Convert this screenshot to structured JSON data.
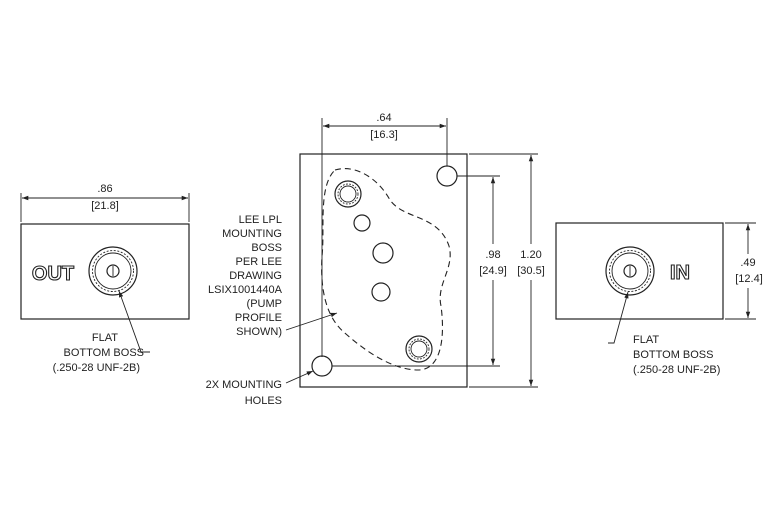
{
  "left_view": {
    "width_in": ".86",
    "width_mm": "[21.8]",
    "port_label": "OUT",
    "callout": [
      "FLAT",
      "BOTTOM BOSS",
      "(.250-28 UNF-2B)"
    ]
  },
  "center_view": {
    "hole_spacing_in": ".64",
    "hole_spacing_mm": "[16.3]",
    "hole_height_in": ".98",
    "hole_height_mm": "[24.9]",
    "overall_height_in": "1.20",
    "overall_height_mm": "[30.5]",
    "note_lines": [
      "LEE LPL",
      "MOUNTING",
      "BOSS",
      "PER LEE",
      "DRAWING",
      "LSIX1001440A",
      "(PUMP",
      "PROFILE",
      "SHOWN)"
    ],
    "holes_lines": [
      "2X MOUNTING",
      "HOLES"
    ]
  },
  "right_view": {
    "height_in": ".49",
    "height_mm": "[12.4]",
    "port_label": "IN",
    "callout": [
      "FLAT",
      "BOTTOM BOSS",
      "(.250-28 UNF-2B)"
    ]
  }
}
